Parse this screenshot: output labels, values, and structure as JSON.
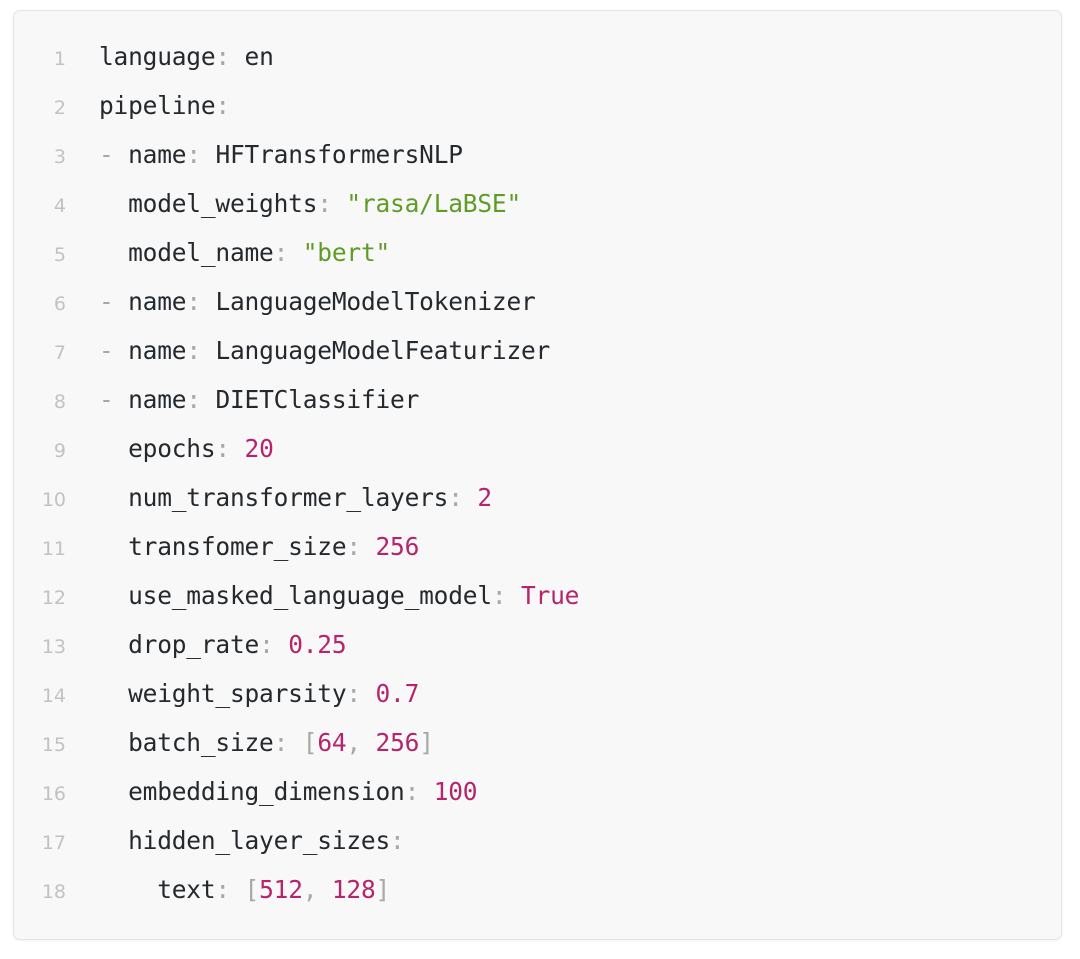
{
  "document": {
    "type": "code-block",
    "language": "yaml",
    "filename": "",
    "line_count": 18,
    "colors": {
      "card_background": "#f8f8f8",
      "page_background": "#ffffff",
      "border": "#e4e4e4",
      "line_number": "#c2c2c2",
      "key": "#24292e",
      "punctuation": "#a8a8a8",
      "string": "#5e9c25",
      "number": "#b5246c",
      "boolean": "#b5246c",
      "bracket": "#a8a8a8"
    }
  },
  "lines": [
    {
      "number": "1",
      "indent": "",
      "tokens": [
        {
          "t": "language",
          "c": "key"
        },
        {
          "t": ":",
          "c": "punct"
        },
        {
          "t": " ",
          "c": "plain"
        },
        {
          "t": "en",
          "c": "plain"
        }
      ]
    },
    {
      "number": "2",
      "indent": "",
      "tokens": [
        {
          "t": "pipeline",
          "c": "key"
        },
        {
          "t": ":",
          "c": "punct"
        }
      ]
    },
    {
      "number": "3",
      "indent": "",
      "tokens": [
        {
          "t": "-",
          "c": "dash"
        },
        {
          "t": " ",
          "c": "plain"
        },
        {
          "t": "name",
          "c": "key"
        },
        {
          "t": ":",
          "c": "punct"
        },
        {
          "t": " ",
          "c": "plain"
        },
        {
          "t": "HFTransformersNLP",
          "c": "plain"
        }
      ]
    },
    {
      "number": "4",
      "indent": "  ",
      "tokens": [
        {
          "t": "model_weights",
          "c": "key"
        },
        {
          "t": ":",
          "c": "punct"
        },
        {
          "t": " ",
          "c": "plain"
        },
        {
          "t": "\"rasa/LaBSE\"",
          "c": "string"
        }
      ]
    },
    {
      "number": "5",
      "indent": "  ",
      "tokens": [
        {
          "t": "model_name",
          "c": "key"
        },
        {
          "t": ":",
          "c": "punct"
        },
        {
          "t": " ",
          "c": "plain"
        },
        {
          "t": "\"bert\"",
          "c": "string"
        }
      ]
    },
    {
      "number": "6",
      "indent": "",
      "tokens": [
        {
          "t": "-",
          "c": "dash"
        },
        {
          "t": " ",
          "c": "plain"
        },
        {
          "t": "name",
          "c": "key"
        },
        {
          "t": ":",
          "c": "punct"
        },
        {
          "t": " ",
          "c": "plain"
        },
        {
          "t": "LanguageModelTokenizer",
          "c": "plain"
        }
      ]
    },
    {
      "number": "7",
      "indent": "",
      "tokens": [
        {
          "t": "-",
          "c": "dash"
        },
        {
          "t": " ",
          "c": "plain"
        },
        {
          "t": "name",
          "c": "key"
        },
        {
          "t": ":",
          "c": "punct"
        },
        {
          "t": " ",
          "c": "plain"
        },
        {
          "t": "LanguageModelFeaturizer",
          "c": "plain"
        }
      ]
    },
    {
      "number": "8",
      "indent": "",
      "tokens": [
        {
          "t": "-",
          "c": "dash"
        },
        {
          "t": " ",
          "c": "plain"
        },
        {
          "t": "name",
          "c": "key"
        },
        {
          "t": ":",
          "c": "punct"
        },
        {
          "t": " ",
          "c": "plain"
        },
        {
          "t": "DIETClassifier",
          "c": "plain"
        }
      ]
    },
    {
      "number": "9",
      "indent": "  ",
      "tokens": [
        {
          "t": "epochs",
          "c": "key"
        },
        {
          "t": ":",
          "c": "punct"
        },
        {
          "t": " ",
          "c": "plain"
        },
        {
          "t": "20",
          "c": "number"
        }
      ]
    },
    {
      "number": "10",
      "indent": "  ",
      "tokens": [
        {
          "t": "num_transformer_layers",
          "c": "key"
        },
        {
          "t": ":",
          "c": "punct"
        },
        {
          "t": " ",
          "c": "plain"
        },
        {
          "t": "2",
          "c": "number"
        }
      ]
    },
    {
      "number": "11",
      "indent": "  ",
      "tokens": [
        {
          "t": "transfomer_size",
          "c": "key"
        },
        {
          "t": ":",
          "c": "punct"
        },
        {
          "t": " ",
          "c": "plain"
        },
        {
          "t": "256",
          "c": "number"
        }
      ]
    },
    {
      "number": "12",
      "indent": "  ",
      "tokens": [
        {
          "t": "use_masked_language_model",
          "c": "key"
        },
        {
          "t": ":",
          "c": "punct"
        },
        {
          "t": " ",
          "c": "plain"
        },
        {
          "t": "True",
          "c": "bool"
        }
      ]
    },
    {
      "number": "13",
      "indent": "  ",
      "tokens": [
        {
          "t": "drop_rate",
          "c": "key"
        },
        {
          "t": ":",
          "c": "punct"
        },
        {
          "t": " ",
          "c": "plain"
        },
        {
          "t": "0.25",
          "c": "number"
        }
      ]
    },
    {
      "number": "14",
      "indent": "  ",
      "tokens": [
        {
          "t": "weight_sparsity",
          "c": "key"
        },
        {
          "t": ":",
          "c": "punct"
        },
        {
          "t": " ",
          "c": "plain"
        },
        {
          "t": "0.7",
          "c": "number"
        }
      ]
    },
    {
      "number": "15",
      "indent": "  ",
      "tokens": [
        {
          "t": "batch_size",
          "c": "key"
        },
        {
          "t": ":",
          "c": "punct"
        },
        {
          "t": " ",
          "c": "plain"
        },
        {
          "t": "[",
          "c": "bracket"
        },
        {
          "t": "64",
          "c": "number"
        },
        {
          "t": ", ",
          "c": "bracket"
        },
        {
          "t": "256",
          "c": "number"
        },
        {
          "t": "]",
          "c": "bracket"
        }
      ]
    },
    {
      "number": "16",
      "indent": "  ",
      "tokens": [
        {
          "t": "embedding_dimension",
          "c": "key"
        },
        {
          "t": ":",
          "c": "punct"
        },
        {
          "t": " ",
          "c": "plain"
        },
        {
          "t": "100",
          "c": "number"
        }
      ]
    },
    {
      "number": "17",
      "indent": "  ",
      "tokens": [
        {
          "t": "hidden_layer_sizes",
          "c": "key"
        },
        {
          "t": ":",
          "c": "punct"
        }
      ]
    },
    {
      "number": "18",
      "indent": "    ",
      "tokens": [
        {
          "t": "text",
          "c": "key"
        },
        {
          "t": ":",
          "c": "punct"
        },
        {
          "t": " ",
          "c": "plain"
        },
        {
          "t": "[",
          "c": "bracket"
        },
        {
          "t": "512",
          "c": "number"
        },
        {
          "t": ", ",
          "c": "bracket"
        },
        {
          "t": "128",
          "c": "number"
        },
        {
          "t": "]",
          "c": "bracket"
        }
      ]
    }
  ]
}
